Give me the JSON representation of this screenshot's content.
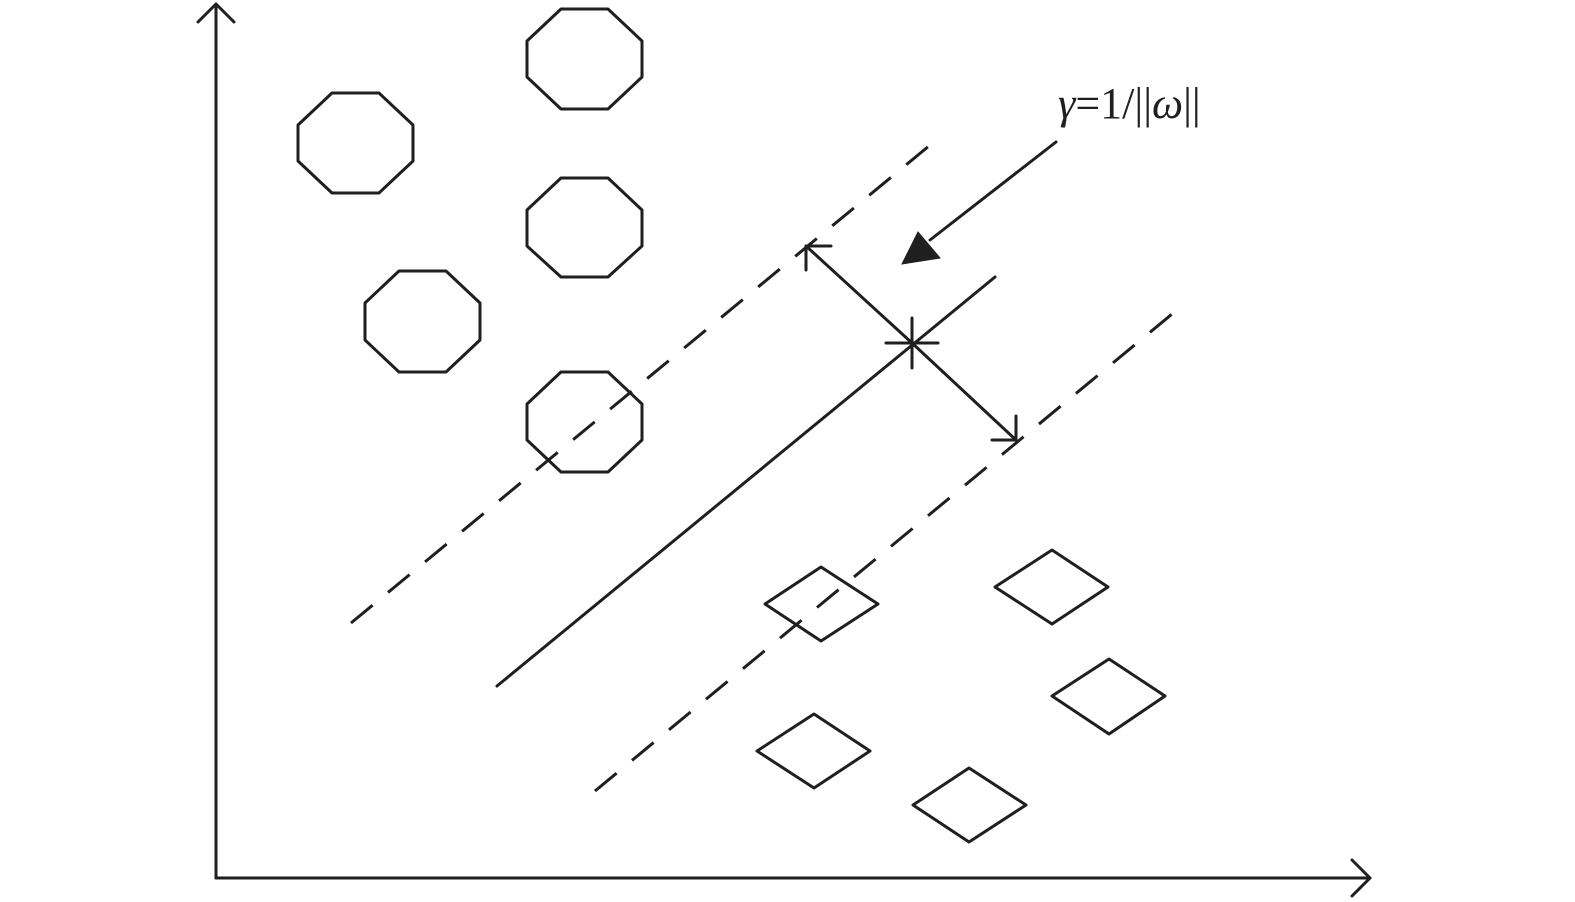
{
  "diagram": {
    "margin_label": {
      "gamma": "γ",
      "expr_prefix": "=1/||",
      "omega": "ω",
      "expr_suffix": "||"
    }
  }
}
